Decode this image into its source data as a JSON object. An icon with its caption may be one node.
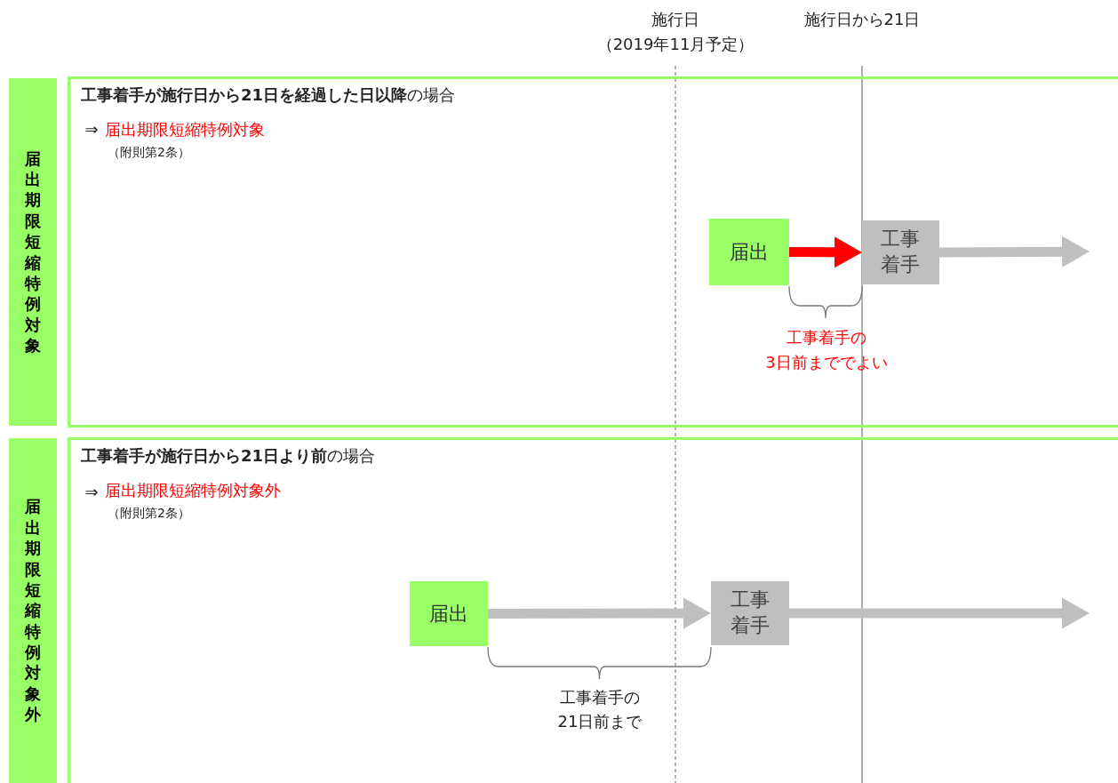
{
  "diagram": {
    "nodes": [
      {
        "text": [
          "届出期限短縮特例対象"
        ]
      },
      {
        "text": [
          "**工事着手が施行日から21日を経過した日以降**の場合",
          "届出期限短縮特例対象",
          "（附則第2条）"
        ]
      },
      {
        "text": [
          "届出"
        ],
        "in": 1
      },
      {
        "text": [
          "工事着手"
        ],
        "in": 1
      },
      {
        "text": [
          "届出期限短縮特例対象外"
        ]
      },
      {
        "text": [
          "**工事着手が施行日から21日より前**の場合",
          "届出期限短縮特例対象外",
          "（附則第2条）"
        ]
      },
      {
        "text": [
          "届出"
        ],
        "in": 5
      },
      {
        "text": [
          "工事着手"
        ],
        "in": 5
      }
    ],
    "edges": [
      {
        "from": 2,
        "to": 3,
        "arrow": "to",
        "color": "#ff0000"
      },
      {
        "from": 3,
        "to": null,
        "arrow": "to"
      },
      {
        "from": 6,
        "to": 7,
        "arrow": "to"
      },
      {
        "from": 7,
        "to": null,
        "arrow": "to"
      }
    ],
    "labels": [
      "施行日",
      "（2019年11月予定）",
      "施行日から21日",
      "⇒",
      "工事着手の",
      "3日前まででよい",
      "⇒",
      "工事着手の",
      "21日前まで"
    ]
  }
}
